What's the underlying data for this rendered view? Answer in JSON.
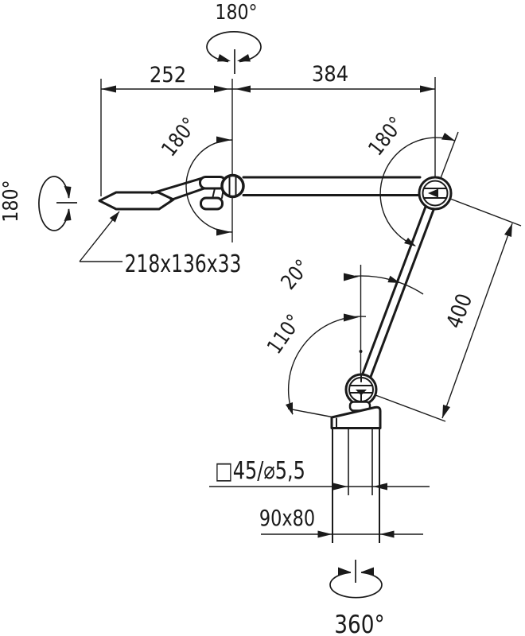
{
  "drawing": {
    "background": "#ffffff",
    "line_color": "#1a1a1a",
    "rotations": {
      "top": "180°",
      "head": "180°",
      "base": "360°"
    },
    "angles": {
      "joint1": "180°",
      "elbow": "180°",
      "arm_tilt": "20°",
      "arm_swing": "110°"
    },
    "dimensions": {
      "upper_arm_left": "252",
      "upper_arm_right": "384",
      "head_size": "218x136x33",
      "lower_arm": "400",
      "mount_plate": "□45/⌀5,5",
      "base_plate": "90x80"
    }
  }
}
